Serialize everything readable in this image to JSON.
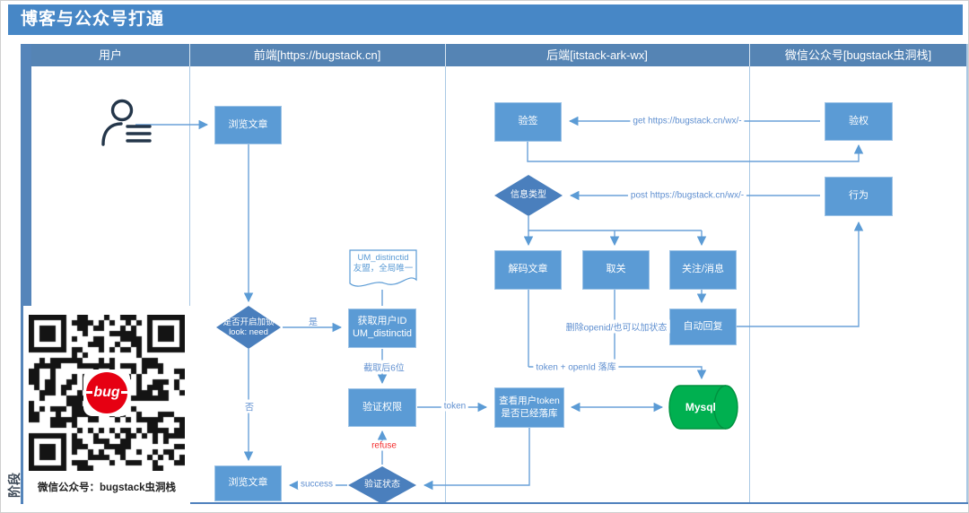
{
  "title": "博客与公众号打通",
  "pool": {
    "stage_label": "阶段",
    "lanes": [
      "用户",
      "前端[https://bugstack.cn]",
      "后端[itstack-ark-wx]",
      "微信公众号[bugstack虫洞栈]"
    ]
  },
  "nodes": {
    "browse_article_top": "浏览文章",
    "lock_check": "是否开启加锁\nlook: need",
    "um_note": "UM_distinctid\n友盟，全局唯一",
    "get_user_id": "获取用户ID\nUM_distinctid",
    "verify_permission": "验证权限",
    "verify_status": "验证状态",
    "browse_article_bottom": "浏览文章",
    "verify_sign": "验签",
    "msg_type": "信息类型",
    "decode_article": "解码文章",
    "unfollow": "取关",
    "follow_message": "关注/消息",
    "auto_reply": "自动回复",
    "check_token": "查看用户token\n是否已经落库",
    "mysql": "Mysql",
    "verify_auth": "验权",
    "behavior": "行为"
  },
  "edge_labels": {
    "get_url": "get https://bugstack.cn/wx/-",
    "post_url": "post https://bugstack.cn/wx/-",
    "yes": "是",
    "no": "否",
    "last6": "截取后6位",
    "token": "token",
    "refuse": "refuse",
    "success": "success",
    "token_openid": "token + openId 落库",
    "delete_openid": "删除openid/也可以加状态"
  },
  "qr": {
    "caption": "微信公众号：bugstack虫洞栈",
    "logo_text": "bug"
  },
  "colors": {
    "title_bar": "#4787c6",
    "header_bar": "#5584b4",
    "node_fill": "#5b9bd5",
    "diamond_fill": "#4a7fbd",
    "line": "#6aa1d8",
    "mysql_green": "#00b050",
    "refuse_red": "#f32b2b",
    "logo_red": "#e60012"
  }
}
